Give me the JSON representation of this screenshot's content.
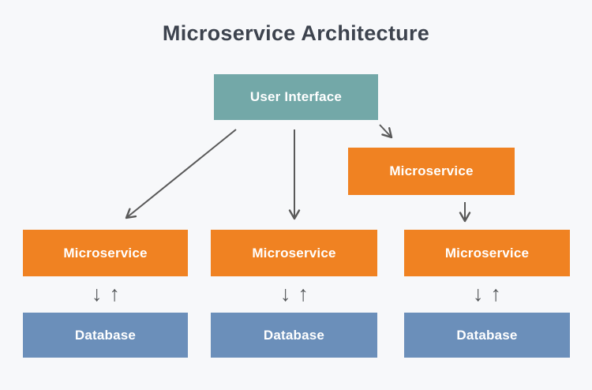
{
  "title": "Microservice Architecture",
  "colors": {
    "background": "#f7f8fa",
    "user_interface_box": "#73a8a8",
    "microservice_box": "#f08222",
    "database_box": "#6b8fba",
    "box_text": "#ffffff",
    "title_text": "#3d434e",
    "arrow": "#595959"
  },
  "nodes": {
    "user_interface": {
      "label": "User Interface"
    },
    "microservice_top_right": {
      "label": "Microservice"
    },
    "microservice_left": {
      "label": "Microservice"
    },
    "microservice_middle": {
      "label": "Microservice"
    },
    "microservice_right": {
      "label": "Microservice"
    },
    "database_left": {
      "label": "Database"
    },
    "database_middle": {
      "label": "Database"
    },
    "database_right": {
      "label": "Database"
    }
  },
  "glyphs": {
    "down_arrow": "↓",
    "up_arrow": "↑"
  }
}
